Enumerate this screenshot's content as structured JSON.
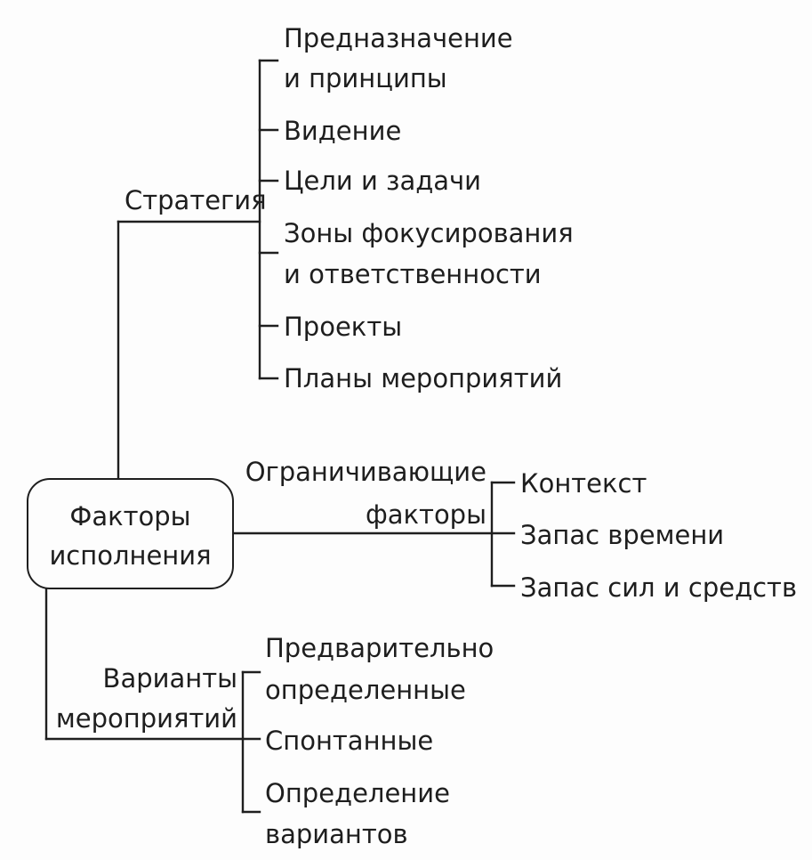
{
  "root": {
    "line1": "Факторы",
    "line2": "исполнения"
  },
  "branches": {
    "strategy": {
      "label": "Стратегия",
      "items": {
        "purpose_line1": "Предназначение",
        "purpose_line2": "и принципы",
        "vision": "Видение",
        "goals": "Цели и задачи",
        "focus_line1": "Зоны фокусирования",
        "focus_line2": "и ответственности",
        "projects": "Проекты",
        "action_plans": "Планы мероприятий"
      }
    },
    "constraints": {
      "label_line1": "Ограничивающие",
      "label_line2": "факторы",
      "items": {
        "context": "Контекст",
        "time_reserve": "Запас времени",
        "resources_reserve": "Запас сил и средств"
      }
    },
    "options": {
      "label_line1": "Варианты",
      "label_line2": "мероприятий",
      "items": {
        "predefined_line1": "Предварительно",
        "predefined_line2": "определенные",
        "spontaneous": "Спонтанные",
        "defining_line1": "Определение",
        "defining_line2": "вариантов"
      }
    }
  }
}
